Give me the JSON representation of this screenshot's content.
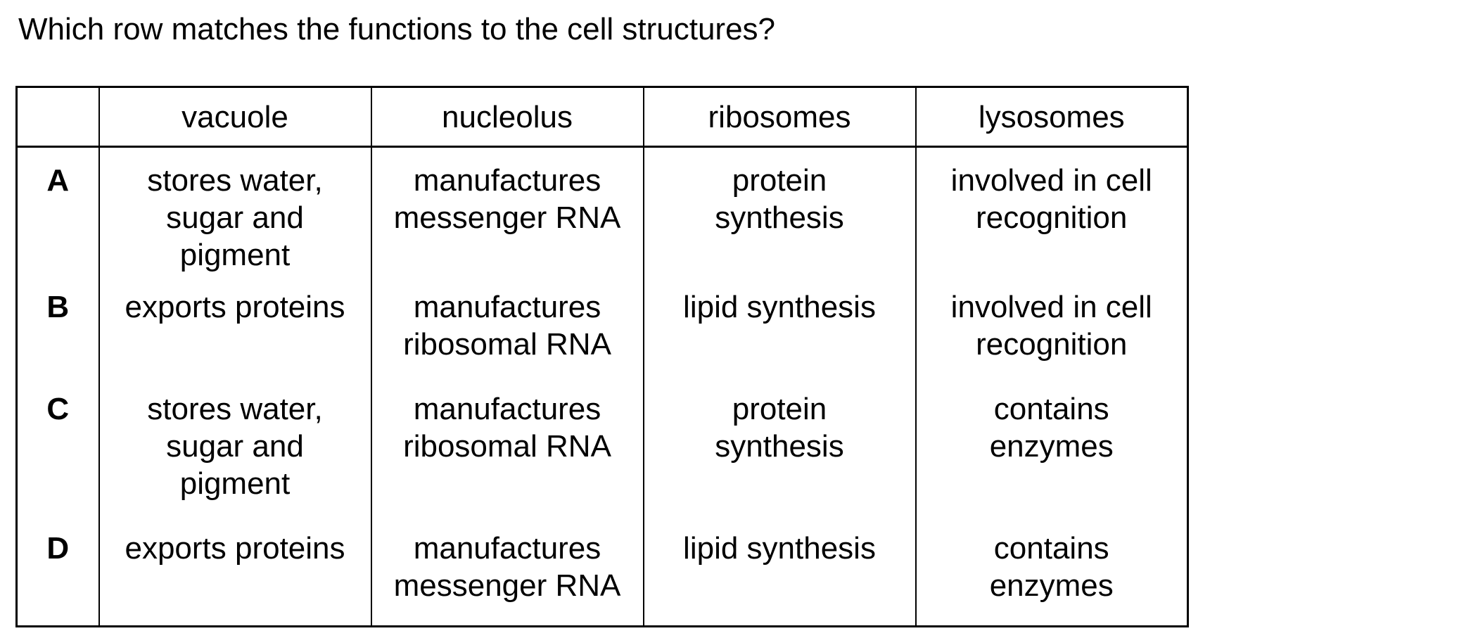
{
  "question": "Which row matches the functions to the cell structures?",
  "table": {
    "headers": [
      "",
      "vacuole",
      "nucleolus",
      "ribosomes",
      "lysosomes"
    ],
    "rows": [
      {
        "label": "A",
        "cells": [
          "stores water,\nsugar and\npigment",
          "manufactures\nmessenger RNA",
          "protein\nsynthesis",
          "involved in cell\nrecognition"
        ]
      },
      {
        "label": "B",
        "cells": [
          "exports proteins",
          "manufactures\nribosomal RNA",
          "lipid synthesis",
          "involved in cell\nrecognition"
        ]
      },
      {
        "label": "C",
        "cells": [
          "stores water,\nsugar and\npigment",
          "manufactures\nribosomal RNA",
          "protein\nsynthesis",
          "contains\nenzymes"
        ]
      },
      {
        "label": "D",
        "cells": [
          "exports proteins",
          "manufactures\nmessenger RNA",
          "lipid synthesis",
          "contains\nenzymes"
        ]
      }
    ]
  }
}
